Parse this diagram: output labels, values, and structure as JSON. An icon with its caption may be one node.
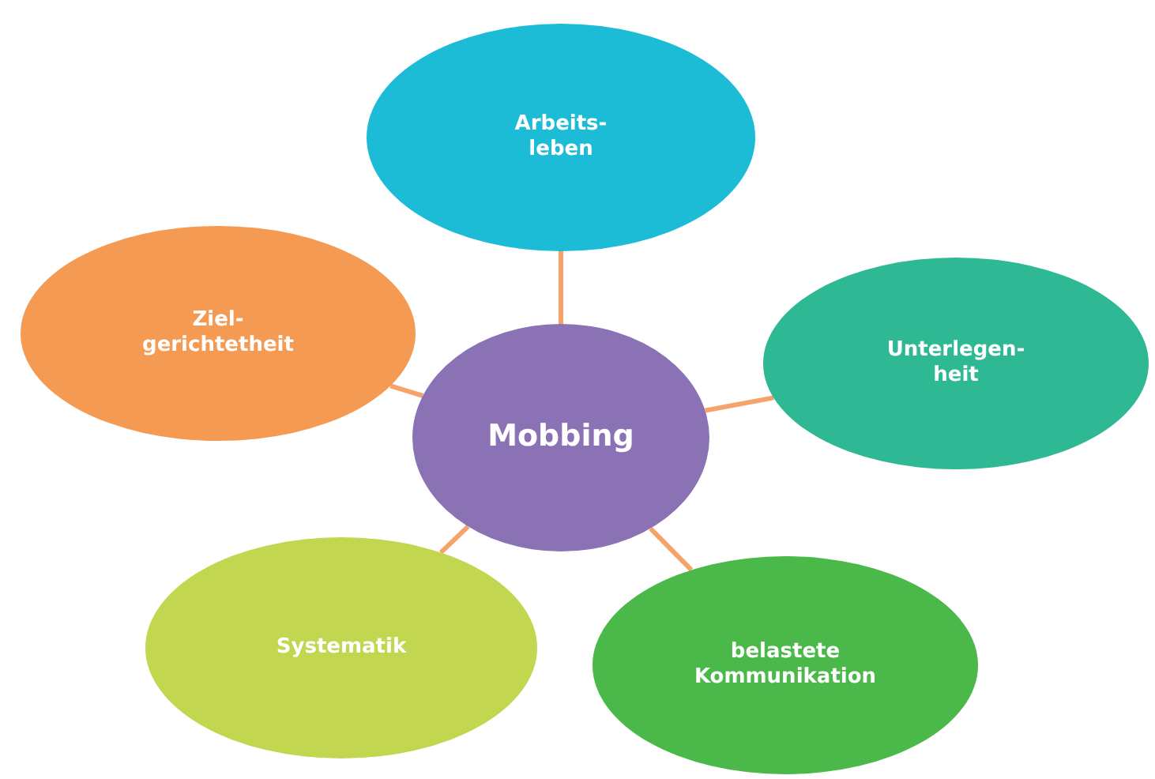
{
  "diagram": {
    "nodes": [
      {
        "text": [
          "Mobbing"
        ]
      },
      {
        "text": [
          "Arbeits- leben"
        ]
      },
      {
        "text": [
          "Unterlegen- heit"
        ]
      },
      {
        "text": [
          "belastete Kommunikation"
        ]
      },
      {
        "text": [
          "Systematik"
        ]
      },
      {
        "text": [
          "Ziel- gerichtetheit"
        ]
      }
    ],
    "edges": [
      {
        "from": 0,
        "to": 1,
        "arrow": "none"
      },
      {
        "from": 0,
        "to": 2,
        "arrow": "none"
      },
      {
        "from": 0,
        "to": 3,
        "arrow": "none"
      },
      {
        "from": 0,
        "to": 4,
        "arrow": "none"
      },
      {
        "from": 0,
        "to": 5,
        "arrow": "none"
      }
    ]
  }
}
